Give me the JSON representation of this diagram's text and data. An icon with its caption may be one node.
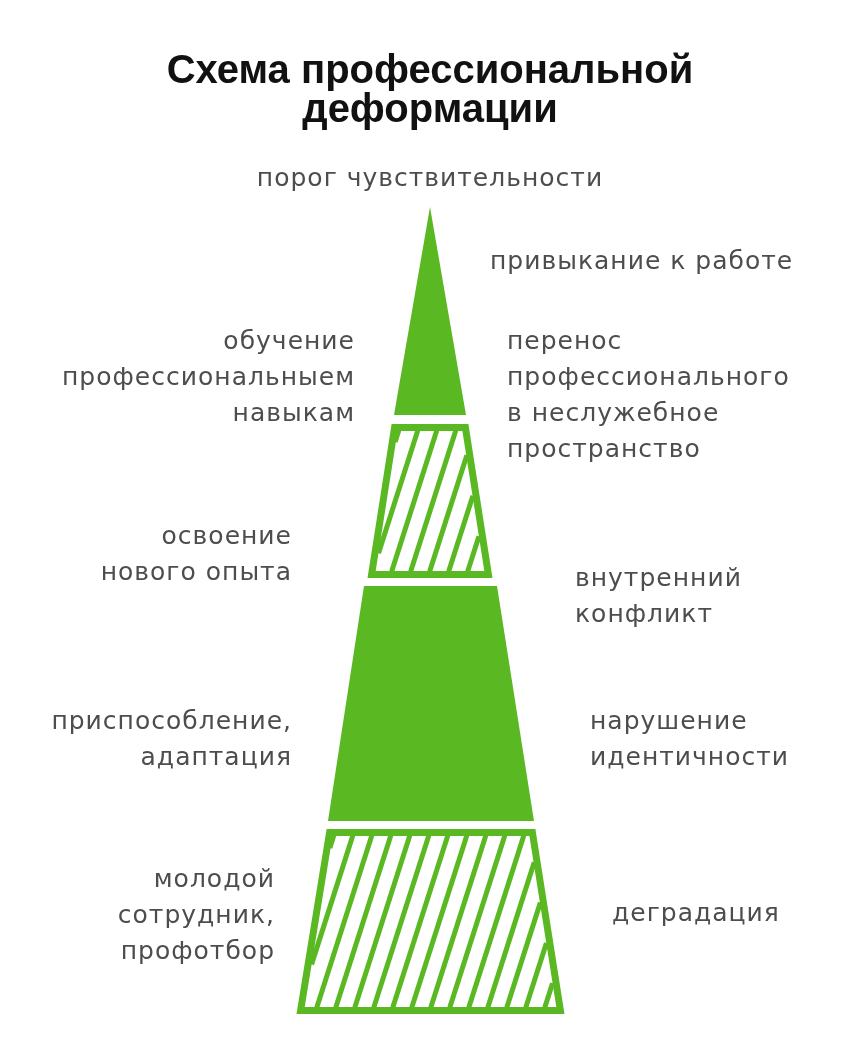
{
  "diagram": {
    "title": "Схема профессиональной деформации",
    "nodes": [
      {
        "text": [],
        "shape": "triangle"
      },
      {
        "text": [],
        "shape": "trapezoid"
      },
      {
        "text": [],
        "shape": "trapezoid"
      },
      {
        "text": [],
        "shape": "trapezoid"
      }
    ],
    "labels": [
      "порог чувствительности",
      "привыкание к работе",
      "обучение профессиональныем навыкам",
      "перенос профессионального в неслужебное пространство",
      "освоение нового опыта",
      "внутренний конфликт",
      "приспособление, адаптация",
      "нарушение идентичности",
      "молодой сотрудник, профотбор",
      "деградация"
    ]
  }
}
